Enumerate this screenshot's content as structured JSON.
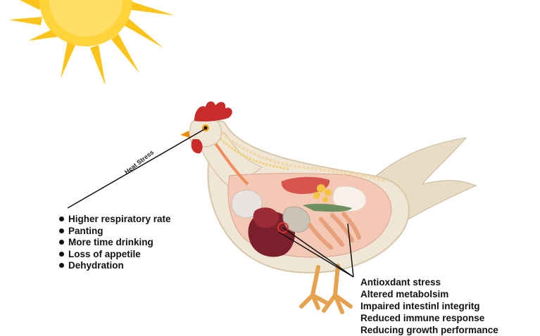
{
  "heat_stress_label": "Heat Stress",
  "behavioral_signs": [
    "Higher respiratory rate",
    "Panting",
    "More time drinking",
    "Loss of appetile",
    "Dehydration"
  ],
  "physiological_effects": [
    "Antioxdant stress",
    "Altered metabolsim",
    "Impaired intestinl  integritg",
    "Reduced immune response",
    "Reducing growth performance"
  ],
  "colors": {
    "sun": "#fcc419",
    "sun_center": "#ffd43b",
    "comb": "#c92a2a",
    "feathers": "#efe6d6",
    "body_inside": "#f3c9b5",
    "liver": "#7a1f2b",
    "intestine": "#e8a07a",
    "legs": "#e6a24f"
  }
}
